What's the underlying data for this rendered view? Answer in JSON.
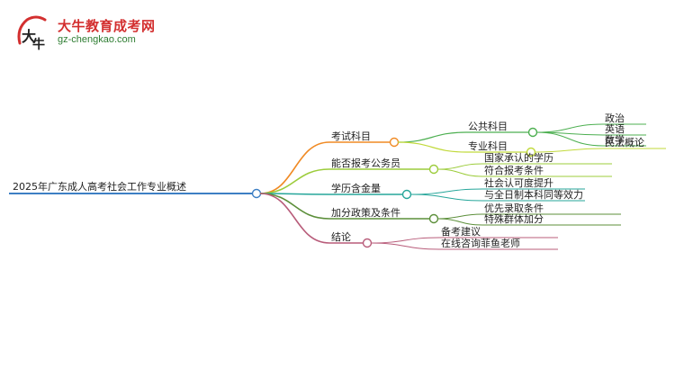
{
  "brand": {
    "title": "大牛教育成考网",
    "url": "gz-chengkao.com",
    "logo_glyph": "大牛"
  },
  "mindmap": {
    "root": "2025年广东成人高考社会工作专业概述",
    "branches": [
      {
        "label": "考试科目",
        "color": "#f08a24",
        "children": [
          {
            "label": "公共科目",
            "color": "#4caf50",
            "children": [
              "政治",
              "英语",
              "数学"
            ]
          },
          {
            "label": "专业科目",
            "color": "#c1d93a",
            "children": [
              "民法概论"
            ]
          }
        ]
      },
      {
        "label": "能否报考公务员",
        "color": "#9ccc3b",
        "children": [
          "国家承认的学历",
          "符合报考条件"
        ]
      },
      {
        "label": "学历含金量",
        "color": "#26a69a",
        "children": [
          "社会认可度提升",
          "与全日制本科同等效力"
        ]
      },
      {
        "label": "加分政策及条件",
        "color": "#5c8f3a",
        "children": [
          "优先录取条件",
          "特殊群体加分"
        ]
      },
      {
        "label": "结论",
        "color": "#b85c7a",
        "children": [
          "备考建议",
          "在线咨询菲鱼老师"
        ]
      }
    ]
  }
}
